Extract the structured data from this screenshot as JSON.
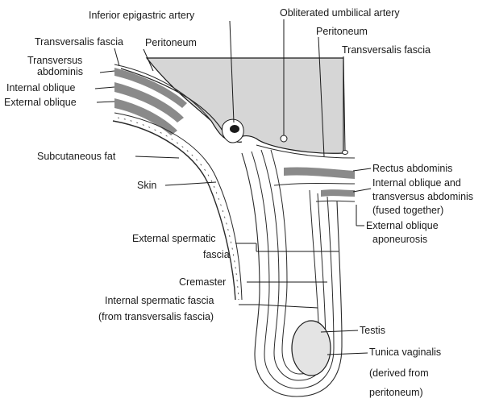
{
  "figure": {
    "labels": {
      "inferior_epigastric_artery": "Inferior epigastric artery",
      "obliterated_umbilical_artery": "Obliterated umbilical artery",
      "transversalis_fascia_left": "Transversalis fascia",
      "peritoneum_left": "Peritoneum",
      "peritoneum_right": "Peritoneum",
      "transversalis_fascia_right": "Transversalis fascia",
      "transversus_abdominis_line1": "Transversus",
      "transversus_abdominis_line2": "abdominis",
      "internal_oblique": "Internal oblique",
      "external_oblique": "External oblique",
      "subcutaneous_fat": "Subcutaneous fat",
      "skin": "Skin",
      "rectus_abdominis": "Rectus abdominis",
      "internal_oblique_transversus_line1": "Internal oblique and",
      "internal_oblique_transversus_line2": "transversus abdominis",
      "internal_oblique_transversus_line3": "(fused together)",
      "external_oblique_aponeurosis_line1": "External oblique",
      "external_oblique_aponeurosis_line2": "aponeurosis",
      "external_spermatic_fascia_line1": "External spermatic",
      "external_spermatic_fascia_line2": "fascia",
      "cremaster": "Cremaster",
      "internal_spermatic_fascia_line1": "Internal spermatic fascia",
      "internal_spermatic_fascia_line2": "(from transversalis fascia)",
      "testis": "Testis",
      "tunica_vaginalis_line1": "Tunica vaginalis",
      "tunica_vaginalis_line2": "(derived from",
      "tunica_vaginalis_line3": "peritoneum)"
    },
    "colors": {
      "peritoneal_cavity": "#d6d6d6",
      "muscle": "#8a8a8a",
      "ink": "#1a1a1a"
    }
  }
}
